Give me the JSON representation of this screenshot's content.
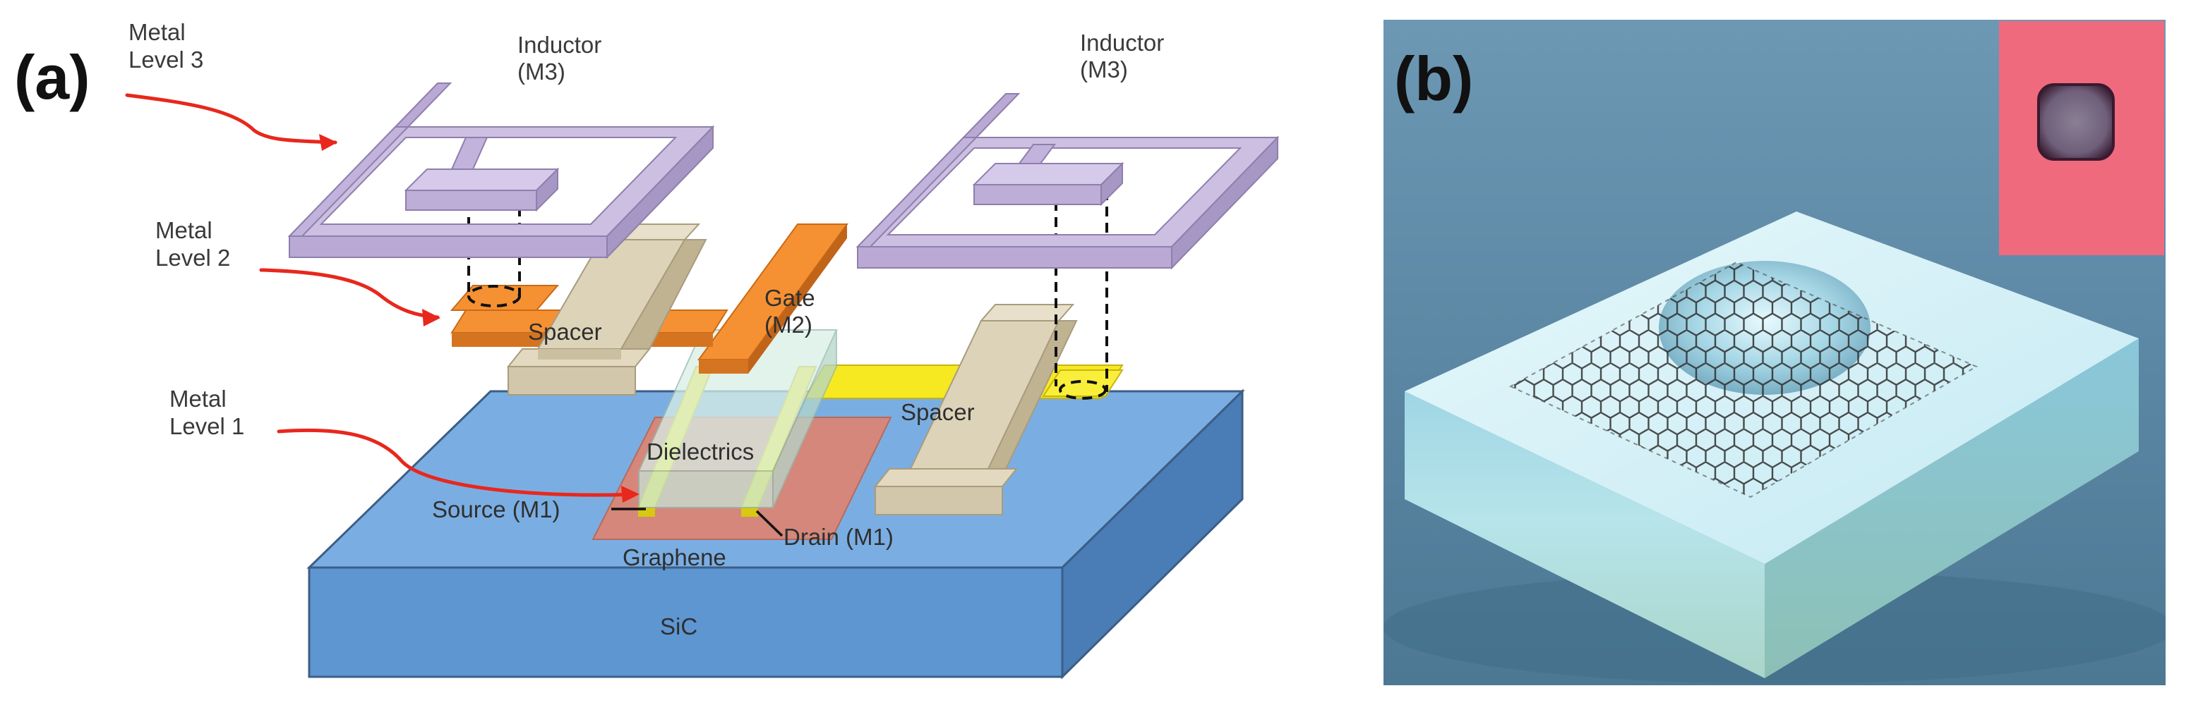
{
  "panel_a": {
    "label": "(a)",
    "callouts": {
      "metal_level_3": [
        "Metal",
        "Level 3"
      ],
      "metal_level_2": [
        "Metal",
        "Level 2"
      ],
      "metal_level_1": [
        "Metal",
        "Level 1"
      ]
    },
    "components": {
      "inductor_left": [
        "Inductor",
        "(M3)"
      ],
      "inductor_right": [
        "Inductor",
        "(M3)"
      ],
      "spacer_left": "Spacer",
      "spacer_right": "Spacer",
      "gate": [
        "Gate",
        "(M2)"
      ],
      "dielectrics": "Dielectrics",
      "source": "Source (M1)",
      "drain": "Drain (M1)",
      "graphene": "Graphene",
      "substrate": "SiC"
    },
    "colors": {
      "inductor": "#c6b8dc",
      "gate": "#f08a2c",
      "spacer": "#d6ccb0",
      "metal1": "#f4e61d",
      "graphene": "#d9897a",
      "substrate": "#6ea2d8",
      "arrow": "#e8271d"
    }
  },
  "panel_b": {
    "label": "(b)",
    "colors": {
      "background": "#5d8aa6",
      "block_top": "#d6f1f7",
      "inset": "#f0687d"
    }
  }
}
